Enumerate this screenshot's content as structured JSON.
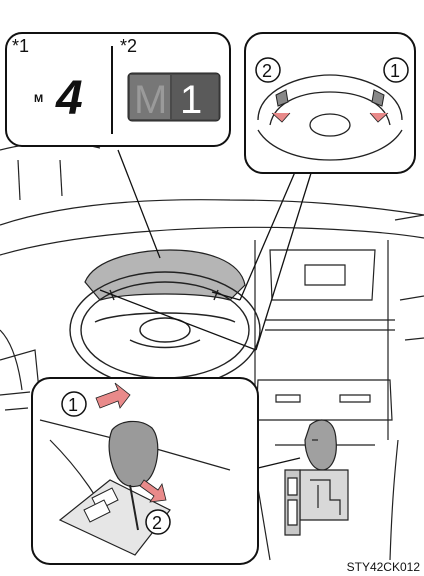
{
  "callouts": {
    "note1": "*1",
    "note2": "*2",
    "display1_mode": "M",
    "display1_gear": "4",
    "display2_mode": "M",
    "display2_gear": "1",
    "paddle_left": "2",
    "paddle_right": "1",
    "shift_up": "1",
    "shift_down": "2"
  },
  "figure_code": "STY42CK012",
  "colors": {
    "arrow": "#e98a8a",
    "panel_stroke": "#111111",
    "display_fill": "#555555"
  }
}
